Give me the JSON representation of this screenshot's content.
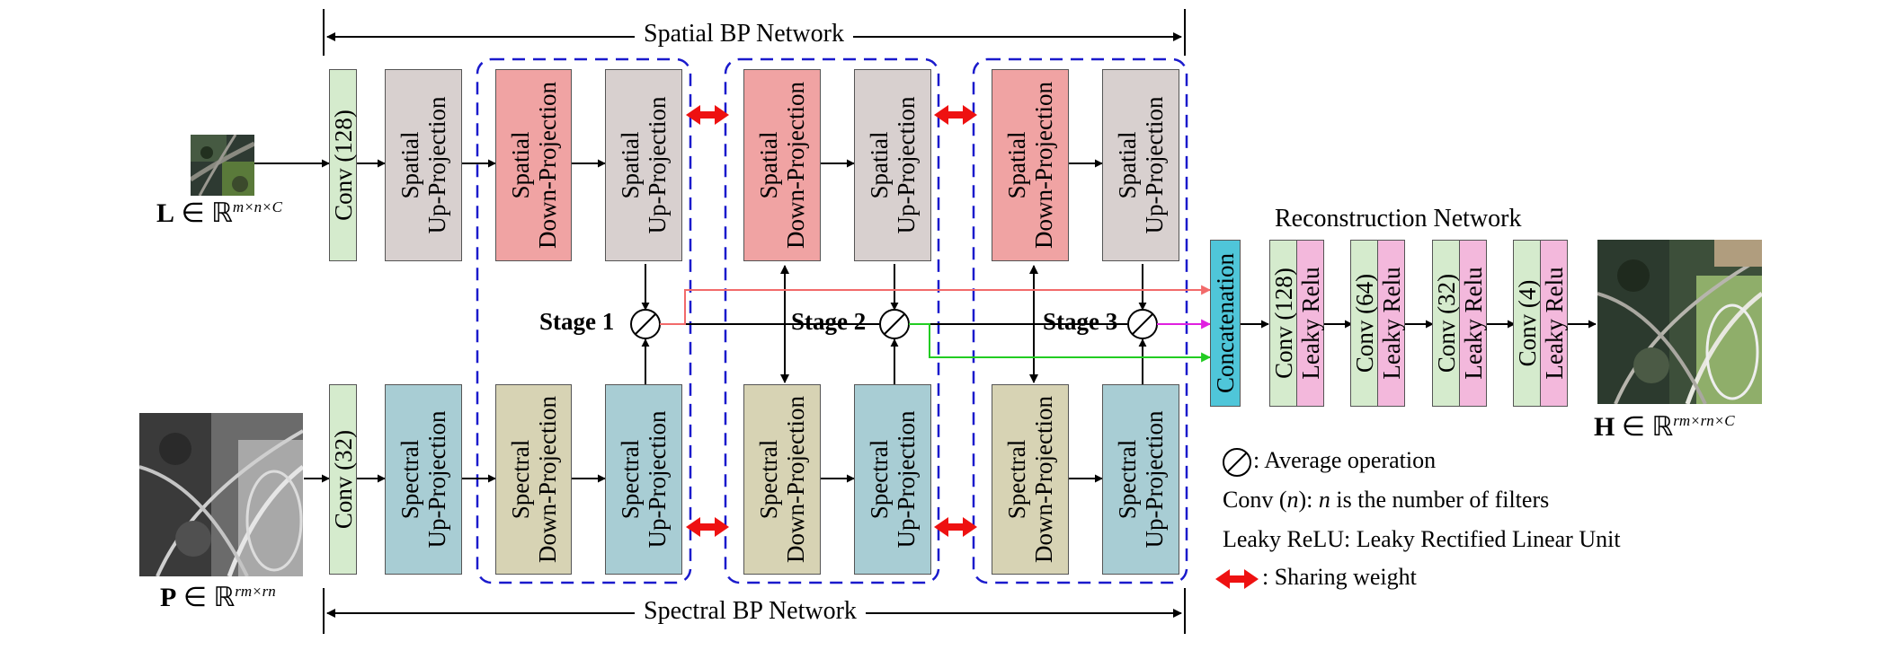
{
  "titles": {
    "spatial": "Spatial BP Network",
    "spectral": "Spectral BP Network",
    "reconstruction": "Reconstruction Network"
  },
  "inputs": {
    "L": {
      "symbol": "L",
      "rel": " ∈ ",
      "set": "ℝ",
      "dims": "m×n×C"
    },
    "P": {
      "symbol": "P",
      "rel": " ∈ ",
      "set": "ℝ",
      "dims": "rm×rn"
    }
  },
  "output": {
    "symbol": "H",
    "rel": " ∈ ",
    "set": "ℝ",
    "dims": "rm×rn×C"
  },
  "top_row": {
    "conv": "Conv (128)",
    "up1": [
      "Spatial",
      "Up-Projection"
    ],
    "down1": [
      "Spatial",
      "Down-Projection"
    ],
    "up2": [
      "Spatial",
      "Up-Projection"
    ],
    "down2": [
      "Spatial",
      "Down-Projection"
    ],
    "up3": [
      "Spatial",
      "Up-Projection"
    ],
    "down3": [
      "Spatial",
      "Down-Projection"
    ],
    "up4": [
      "Spatial",
      "Up-Projection"
    ]
  },
  "bottom_row": {
    "conv": "Conv (32)",
    "up1": [
      "Spectral",
      "Up-Projection"
    ],
    "down1": [
      "Spectral",
      "Down-Projection"
    ],
    "up2": [
      "Spectral",
      "Up-Projection"
    ],
    "down2": [
      "Spectral",
      "Down-Projection"
    ],
    "up3": [
      "Spectral",
      "Up-Projection"
    ],
    "down3": [
      "Spectral",
      "Down-Projection"
    ],
    "up4": [
      "Spectral",
      "Up-Projection"
    ]
  },
  "stages": [
    "Stage 1",
    "Stage 2",
    "Stage 3"
  ],
  "recon": {
    "concat": "Concatenation",
    "blocks": [
      {
        "conv": "Conv (128)",
        "act": "Leaky Relu"
      },
      {
        "conv": "Conv (64)",
        "act": "Leaky Relu"
      },
      {
        "conv": "Conv (32)",
        "act": "Leaky Relu"
      },
      {
        "conv": "Conv (4)",
        "act": "Leaky Relu"
      }
    ]
  },
  "legend": {
    "avg": ": Average operation",
    "conv_pre": "Conv (",
    "conv_n": "n",
    "conv_mid": "): ",
    "conv_post": " is the number of filters",
    "leaky": "Leaky ReLU: Leaky Rectified Linear Unit",
    "share": ": Sharing weight"
  },
  "colors": {
    "conv": "#d5ebcd",
    "spatial_up": "#d8d0cf",
    "spatial_down": "#f0a3a3",
    "spectral_up": "#a8cdd4",
    "spectral_down": "#d7d3b4",
    "concat": "#4fc6d9",
    "leaky": "#f3b8dc",
    "stage_box": "#1a1acc",
    "share_arrow": "#ee1111",
    "feed_red": "#f26a6a",
    "feed_magenta": "#e020e0",
    "feed_green": "#22cc22"
  }
}
